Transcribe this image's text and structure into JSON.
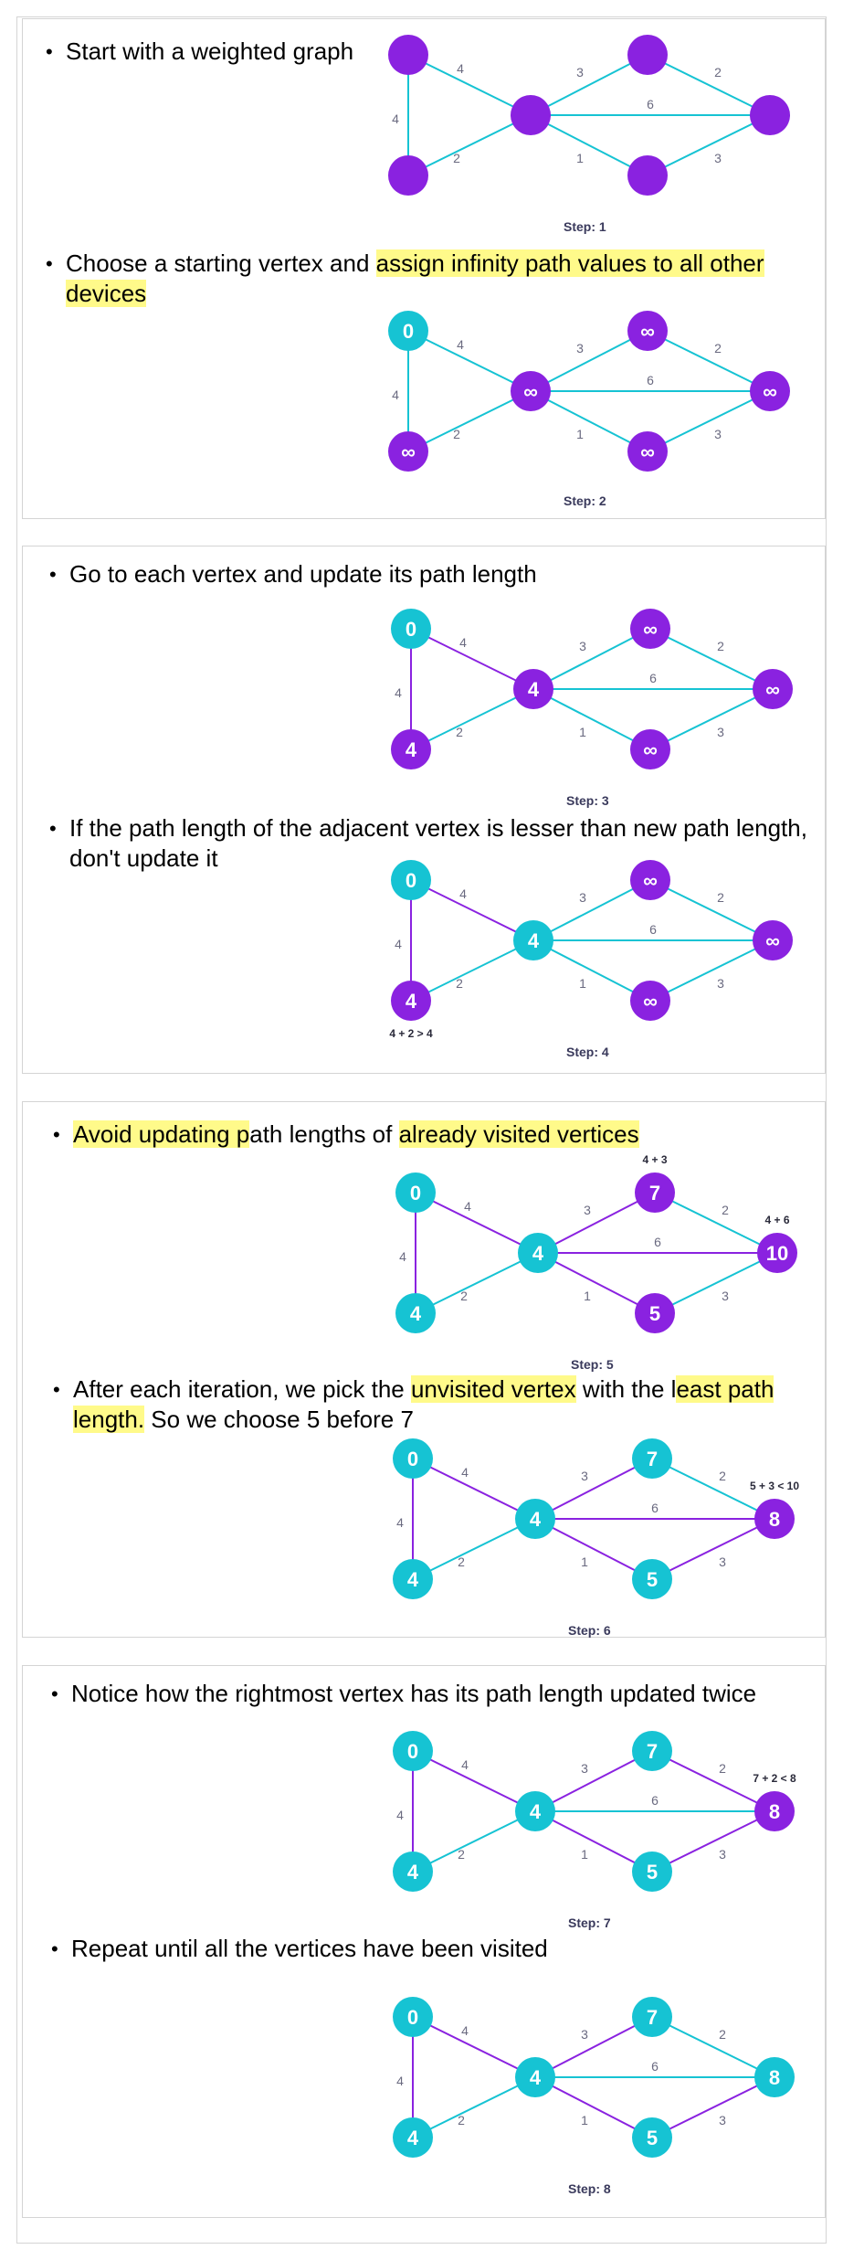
{
  "colors": {
    "purple": "#8a22e0",
    "teal": "#16c3d3",
    "highlight": "#fffa8a"
  },
  "slides": [
    {
      "steps": [
        {
          "bullet": [
            {
              "t": "Start with a weighted graph",
              "hl": false
            }
          ],
          "step_label": "Step: 1",
          "nodes": [
            "",
            "",
            "",
            "",
            "",
            ""
          ],
          "node_colors": [
            "purple",
            "purple",
            "purple",
            "purple",
            "purple",
            "purple"
          ],
          "edge_colors": [
            "teal",
            "teal",
            "teal",
            "teal",
            "teal",
            "teal",
            "teal",
            "teal",
            "teal"
          ],
          "edge_weights": [
            "4",
            "4",
            "2",
            "3",
            "1",
            "6",
            "2",
            "3"
          ],
          "annotations": []
        },
        {
          "bullet": [
            {
              "t": "Choose a starting vertex and ",
              "hl": false
            },
            {
              "t": "assign infinity path values to all other devices",
              "hl": true
            }
          ],
          "step_label": "Step: 2",
          "nodes": [
            "0",
            "∞",
            "∞",
            "∞",
            "∞",
            "∞"
          ],
          "node_colors": [
            "teal",
            "purple",
            "purple",
            "purple",
            "purple",
            "purple"
          ],
          "edge_colors": [
            "teal",
            "teal",
            "teal",
            "teal",
            "teal",
            "teal",
            "teal",
            "teal"
          ],
          "edge_weights": [
            "4",
            "4",
            "2",
            "3",
            "1",
            "6",
            "2",
            "3"
          ],
          "annotations": []
        }
      ]
    },
    {
      "steps": [
        {
          "bullet": [
            {
              "t": "Go to each vertex and update its path length",
              "hl": false
            }
          ],
          "step_label": "Step: 3",
          "nodes": [
            "0",
            "4",
            "4",
            "∞",
            "∞",
            "∞"
          ],
          "node_colors": [
            "teal",
            "purple",
            "purple",
            "purple",
            "purple",
            "purple"
          ],
          "edge_colors": [
            "purple",
            "purple",
            "teal",
            "teal",
            "teal",
            "teal",
            "teal",
            "teal"
          ],
          "edge_weights": [
            "4",
            "4",
            "2",
            "3",
            "1",
            "6",
            "2",
            "3"
          ],
          "annotations": []
        },
        {
          "bullet": [
            {
              "t": "If the path length of the adjacent vertex is lesser than new path length, don't update it",
              "hl": false
            }
          ],
          "step_label": "Step: 4",
          "nodes": [
            "0",
            "4",
            "4",
            "∞",
            "∞",
            "∞"
          ],
          "node_colors": [
            "teal",
            "teal",
            "purple",
            "purple",
            "purple",
            "purple"
          ],
          "edge_colors": [
            "purple",
            "purple",
            "teal",
            "teal",
            "teal",
            "teal",
            "teal",
            "teal"
          ],
          "edge_weights": [
            "4",
            "4",
            "2",
            "3",
            "1",
            "6",
            "2",
            "3"
          ],
          "annotations": [
            {
              "node": 2,
              "text": "4 + 2 > 4",
              "pos": "below"
            }
          ]
        }
      ]
    },
    {
      "steps": [
        {
          "bullet": [
            {
              "t": "Avoid updating p",
              "hl": true
            },
            {
              "t": "ath lengths of ",
              "hl": false
            },
            {
              "t": "already visited vertices",
              "hl": true
            }
          ],
          "step_label": "Step: 5",
          "nodes": [
            "0",
            "4",
            "4",
            "7",
            "5",
            "10"
          ],
          "node_colors": [
            "teal",
            "teal",
            "teal",
            "purple",
            "purple",
            "purple"
          ],
          "edge_colors": [
            "purple",
            "purple",
            "teal",
            "purple",
            "purple",
            "purple",
            "teal",
            "teal"
          ],
          "edge_weights": [
            "4",
            "4",
            "2",
            "3",
            "1",
            "6",
            "2",
            "3"
          ],
          "annotations": [
            {
              "node": 3,
              "text": "4 + 3",
              "pos": "above"
            },
            {
              "node": 5,
              "text": "4 + 6",
              "pos": "above"
            }
          ]
        },
        {
          "bullet": [
            {
              "t": "After each iteration, we pick the ",
              "hl": false
            },
            {
              "t": "unvisited vertex",
              "hl": true
            },
            {
              "t": " with the l",
              "hl": false
            },
            {
              "t": "east path length.",
              "hl": true
            },
            {
              "t": " So we choose 5 before 7",
              "hl": false
            }
          ],
          "step_label": "Step: 6",
          "nodes": [
            "0",
            "4",
            "4",
            "7",
            "5",
            "8"
          ],
          "node_colors": [
            "teal",
            "teal",
            "teal",
            "teal",
            "teal",
            "purple"
          ],
          "edge_colors": [
            "purple",
            "purple",
            "teal",
            "purple",
            "purple",
            "purple",
            "teal",
            "purple"
          ],
          "edge_weights": [
            "4",
            "4",
            "2",
            "3",
            "1",
            "6",
            "2",
            "3"
          ],
          "annotations": [
            {
              "node": 5,
              "text": "5 + 3 < 10",
              "pos": "above"
            }
          ]
        }
      ]
    },
    {
      "steps": [
        {
          "bullet": [
            {
              "t": "Notice how the rightmost vertex has its path length updated twice",
              "hl": false
            }
          ],
          "step_label": "Step: 7",
          "nodes": [
            "0",
            "4",
            "4",
            "7",
            "5",
            "8"
          ],
          "node_colors": [
            "teal",
            "teal",
            "teal",
            "teal",
            "teal",
            "purple"
          ],
          "edge_colors": [
            "purple",
            "purple",
            "teal",
            "purple",
            "purple",
            "teal",
            "purple",
            "purple"
          ],
          "edge_weights": [
            "4",
            "4",
            "2",
            "3",
            "1",
            "6",
            "2",
            "3"
          ],
          "annotations": [
            {
              "node": 5,
              "text": "7 + 2 < 8",
              "pos": "above"
            }
          ]
        },
        {
          "bullet": [
            {
              "t": "Repeat until all the vertices have been visited",
              "hl": false
            }
          ],
          "step_label": "Step: 8",
          "nodes": [
            "0",
            "4",
            "4",
            "7",
            "5",
            "8"
          ],
          "node_colors": [
            "teal",
            "teal",
            "teal",
            "teal",
            "teal",
            "teal"
          ],
          "edge_colors": [
            "purple",
            "purple",
            "teal",
            "purple",
            "purple",
            "teal",
            "teal",
            "purple"
          ],
          "edge_weights": [
            "4",
            "4",
            "2",
            "3",
            "1",
            "6",
            "2",
            "3"
          ],
          "annotations": []
        }
      ]
    }
  ]
}
